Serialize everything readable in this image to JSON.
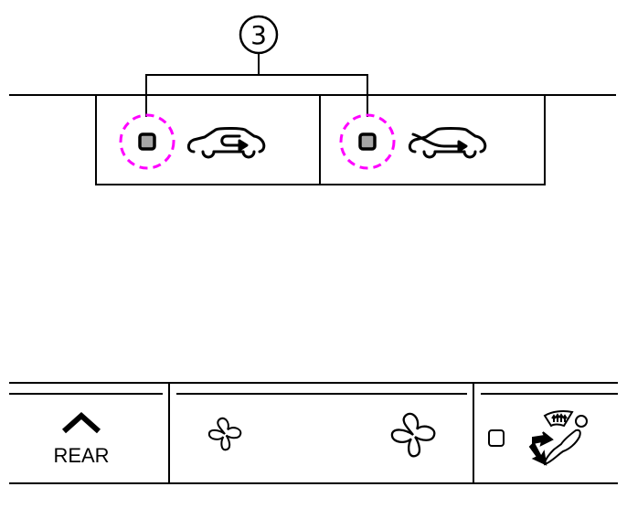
{
  "diagram": {
    "callout": {
      "number": "3",
      "targets": [
        "recirculation-button-indicator",
        "outside-air-button-indicator"
      ]
    },
    "upper_panel": {
      "buttons": [
        {
          "id": "recirculation",
          "icon": "car-recirculation-icon",
          "indicator": "led-indicator",
          "highlighted": true
        },
        {
          "id": "outside-air",
          "icon": "car-outside-air-icon",
          "indicator": "led-indicator",
          "highlighted": true
        }
      ]
    },
    "lower_panel": {
      "rear_button": {
        "label": "REAR",
        "icon": "chevron-up-icon"
      },
      "fan_control": {
        "low_icon": "fan-low-icon",
        "high_icon": "fan-high-icon"
      },
      "defrost_button": {
        "indicator": "led-indicator-off",
        "icon": "defrost-floor-airflow-icon"
      }
    },
    "colors": {
      "line": "#000000",
      "highlight": "#ff00ff",
      "indicator_fill": "#a6a6a6",
      "background": "#ffffff"
    }
  }
}
